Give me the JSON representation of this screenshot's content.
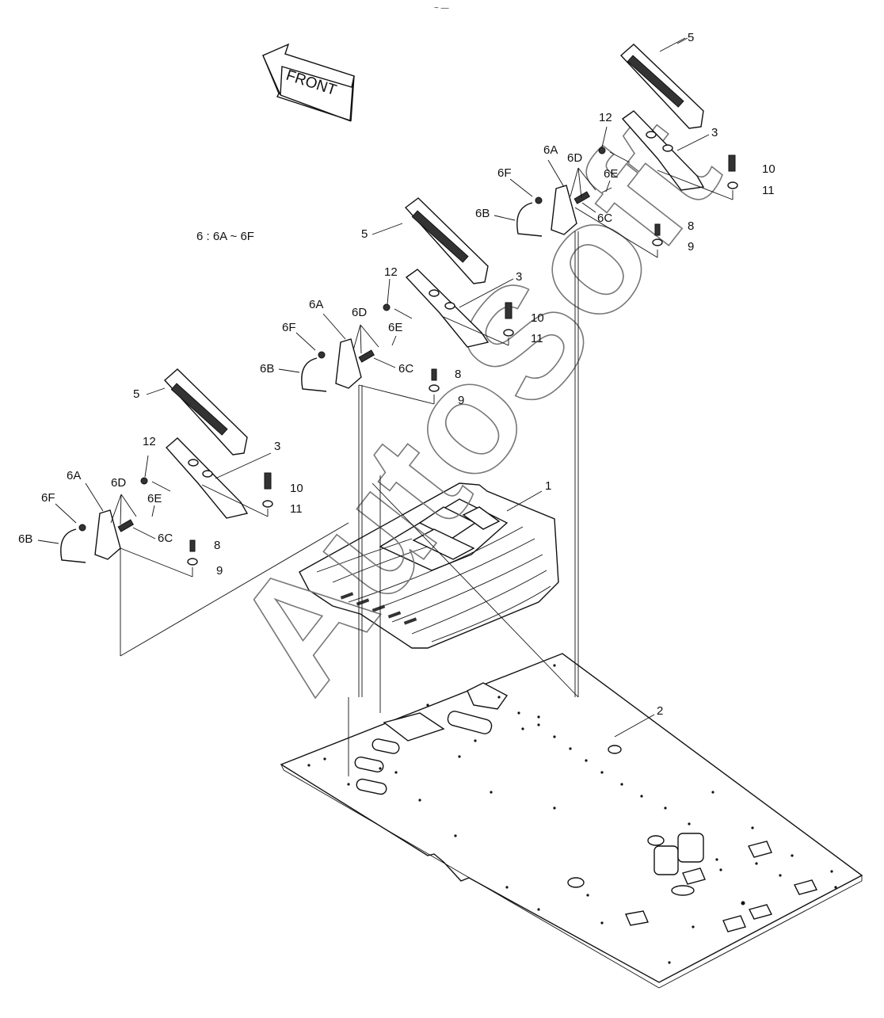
{
  "note": "6 : 6A ~ 6F",
  "front_arrow": "FRONT",
  "watermark": "AutoSoft",
  "header_mark": "~ —",
  "labels": {
    "p1": "1",
    "p2": "2",
    "r3": "3",
    "r5": "5",
    "r6a": "6A",
    "r6b": "6B",
    "r6c": "6C",
    "r6d": "6D",
    "r6e": "6E",
    "r6f": "6F",
    "r8": "8",
    "r9": "9",
    "r10": "10",
    "r11": "11",
    "r12": "12",
    "m3": "3",
    "m5": "5",
    "m6a": "6A",
    "m6b": "6B",
    "m6c": "6C",
    "m6d": "6D",
    "m6e": "6E",
    "m6f": "6F",
    "m8": "8",
    "m9": "9",
    "m10": "10",
    "m11": "11",
    "m12": "12",
    "l3": "3",
    "l5": "5",
    "l6a": "6A",
    "l6b": "6B",
    "l6c": "6C",
    "l6d": "6D",
    "l6e": "6E",
    "l6f": "6F",
    "l8": "8",
    "l9": "9",
    "l10": "10",
    "l11": "11",
    "l12": "12"
  }
}
